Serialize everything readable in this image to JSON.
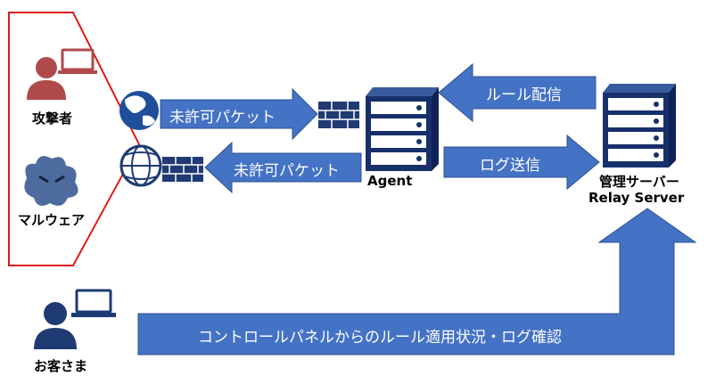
{
  "colors": {
    "arrow_fill": "#4472c4",
    "arrow_stroke": "#2f528f",
    "attacker": "#b04a4a",
    "malware": "#4d6b9e",
    "customer": "#1f3b73",
    "server_dark": "#17306a",
    "firewall": "#203a74",
    "boundary": "#e01b1b"
  },
  "labels": {
    "attacker": "攻撃者",
    "malware": "マルウェア",
    "customer": "お客さま",
    "agent": "Agent",
    "server_line1": "管理サーバー",
    "server_line2": "Relay Server"
  },
  "arrows": {
    "unauth_in": "未許可パケット",
    "unauth_out": "未許可パケット",
    "rule_delivery": "ルール配信",
    "log_send": "ログ送信",
    "control_panel": "コントロールパネルからのルール適用状況・ログ確認"
  },
  "icons": {
    "attacker": "attacker-person-laptop-icon",
    "malware": "malware-blob-icon",
    "globe": "globe-icon",
    "firewall": "firewall-brick-icon",
    "server": "server-rack-icon",
    "customer": "customer-person-laptop-icon"
  }
}
